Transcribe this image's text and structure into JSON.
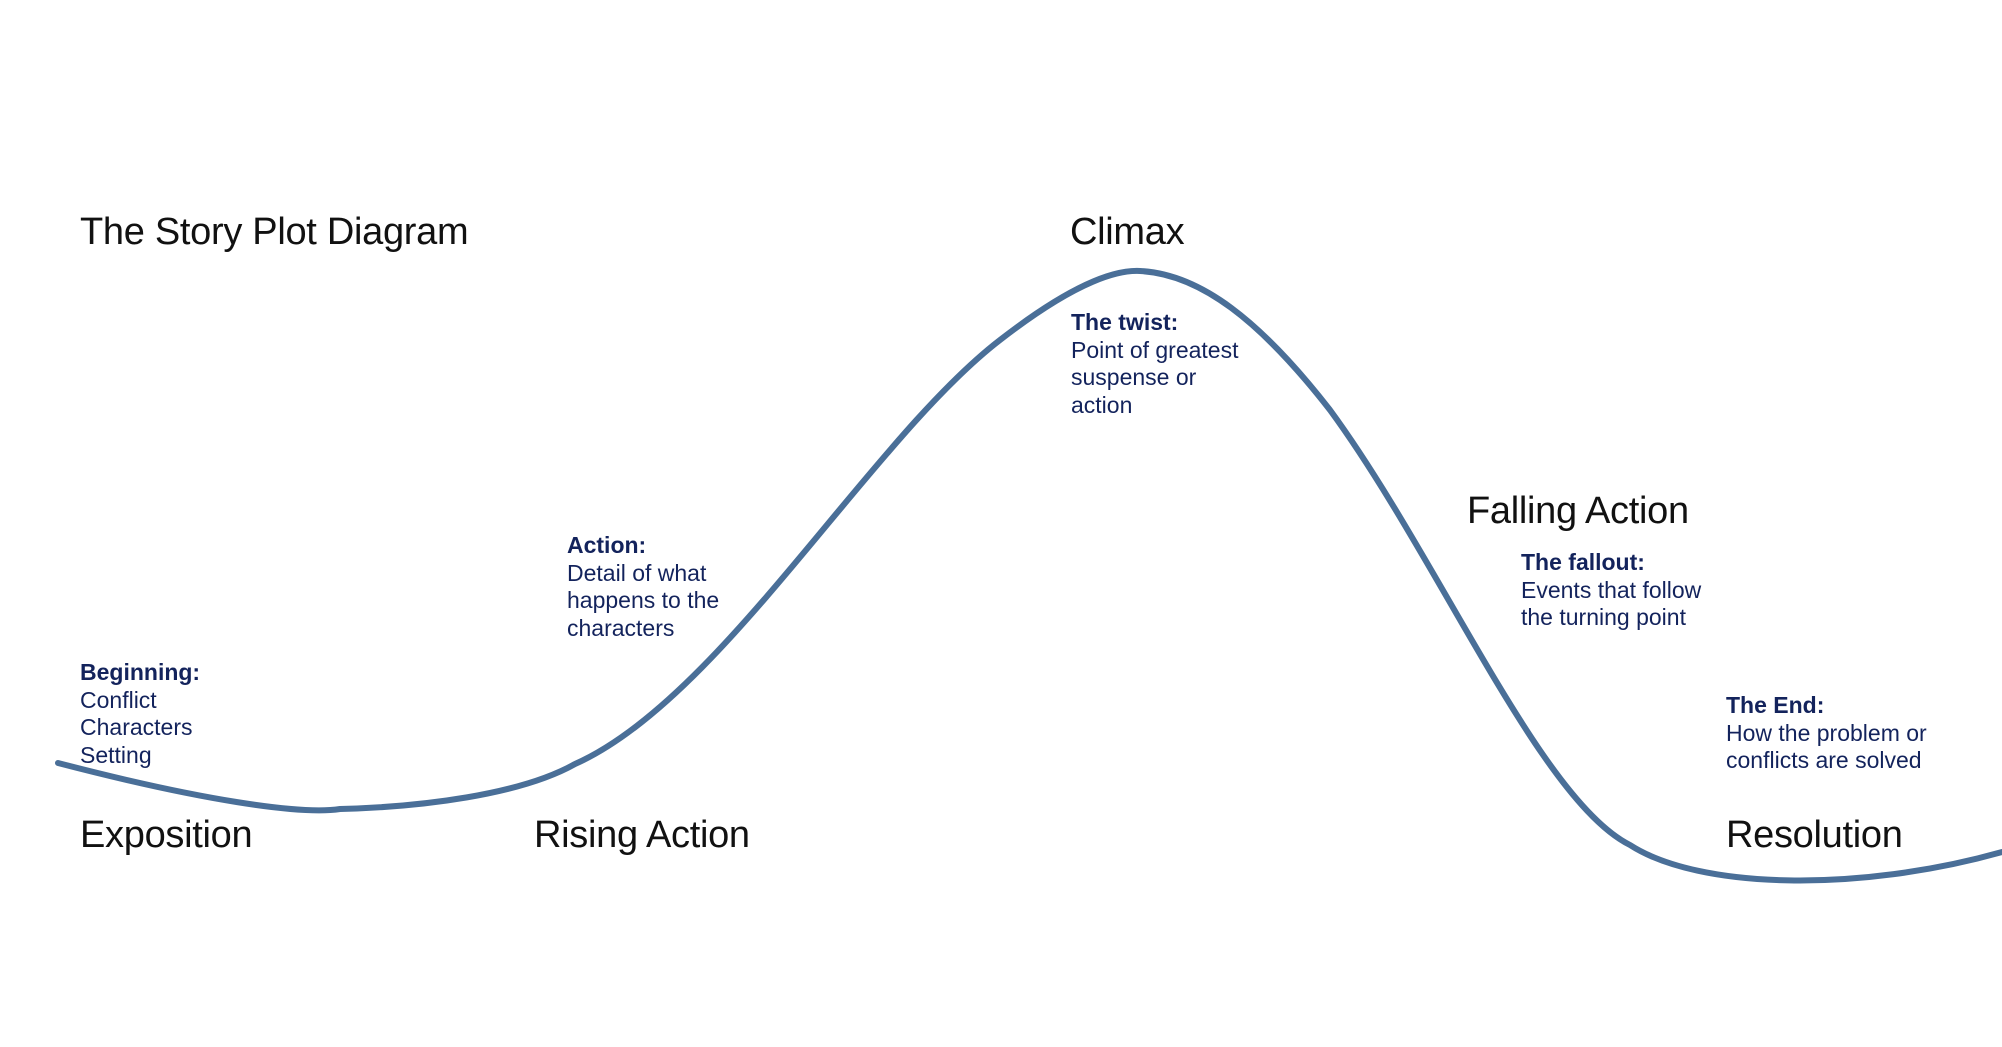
{
  "title": "The Story Plot Diagram",
  "colors": {
    "curve": "#4a6f98",
    "note_text": "#13235c",
    "label_text": "#111111"
  },
  "stages": {
    "exposition": "Exposition",
    "rising_action": "Rising Action",
    "climax": "Climax",
    "falling_action": "Falling Action",
    "resolution": "Resolution"
  },
  "notes": {
    "beginning": {
      "heading": "Beginning:",
      "lines": [
        "Conflict",
        "Characters",
        "Setting"
      ]
    },
    "action": {
      "heading": "Action:",
      "lines": [
        "Detail of what",
        "happens to the",
        "characters"
      ]
    },
    "twist": {
      "heading": "The twist:",
      "lines": [
        "Point of greatest",
        "suspense or",
        "action"
      ]
    },
    "fallout": {
      "heading": "The fallout:",
      "lines": [
        "Events that follow",
        "the turning point"
      ]
    },
    "end": {
      "heading": "The End:",
      "lines": [
        "How the problem or",
        "conflicts are solved"
      ]
    }
  }
}
